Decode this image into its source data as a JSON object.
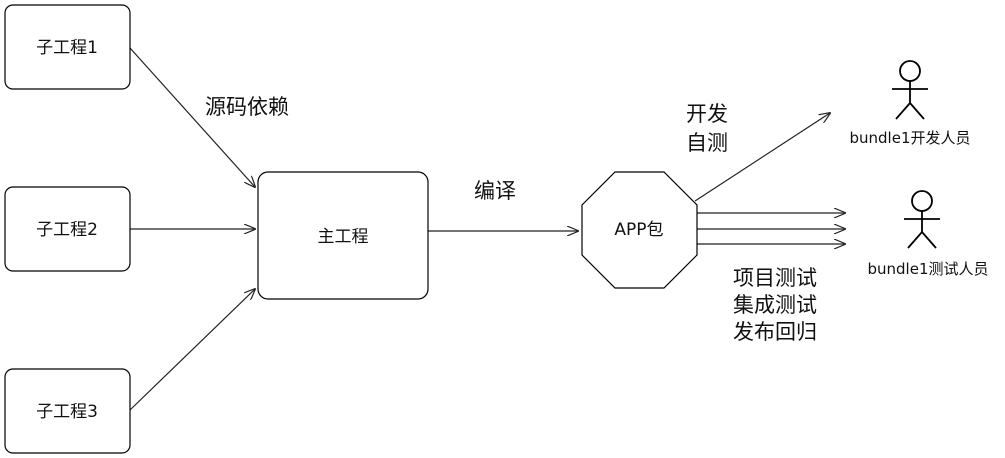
{
  "nodes": {
    "sub1": {
      "label": "子工程1"
    },
    "sub2": {
      "label": "子工程2"
    },
    "sub3": {
      "label": "子工程3"
    },
    "main": {
      "label": "主工程"
    },
    "app": {
      "label": "APP包"
    }
  },
  "edge_labels": {
    "source_dependency": "源码依赖",
    "compile": "编译",
    "dev_self_test": [
      "开发",
      "自测"
    ],
    "test_activities": [
      "项目测试",
      "集成测试",
      "发布回归"
    ]
  },
  "actors": {
    "developer": {
      "label": "bundle1开发人员"
    },
    "tester": {
      "label": "bundle1测试人员"
    }
  },
  "colors": {
    "stroke": "#000000",
    "text": "#111111",
    "background": "#ffffff"
  }
}
